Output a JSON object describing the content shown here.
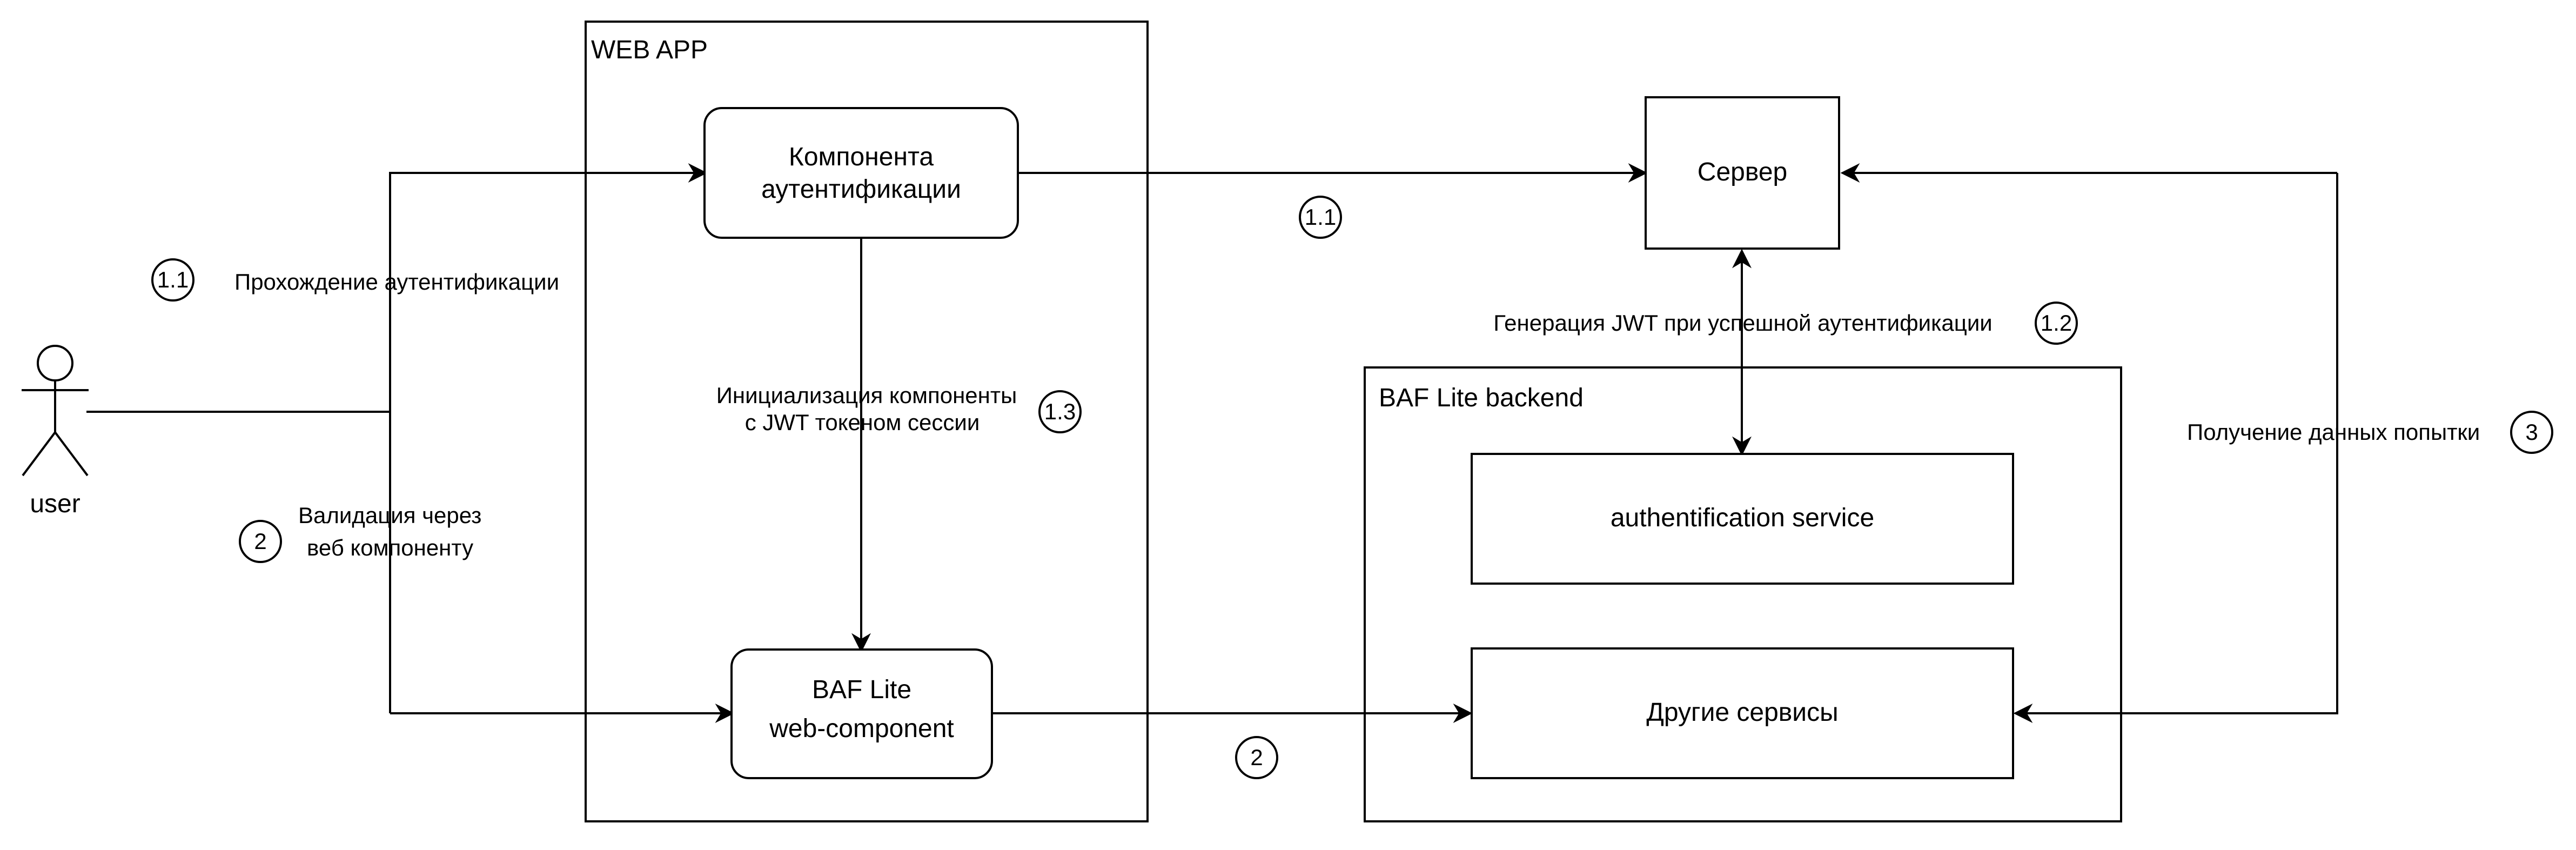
{
  "actor": {
    "label": "user"
  },
  "groups": {
    "webapp": {
      "title": "WEB APP"
    },
    "backend": {
      "title": "BAF Lite backend"
    }
  },
  "nodes": {
    "auth_component": {
      "line1": "Компонента",
      "line2": "аутентификации"
    },
    "baf_component": {
      "line1": "BAF Lite",
      "line2": "web-component"
    },
    "server": {
      "label": "Сервер"
    },
    "auth_service": {
      "label": "authentification service"
    },
    "other_services": {
      "label": "Другие сервисы"
    }
  },
  "edge_labels": {
    "auth_pass": "Прохождение аутентификации",
    "validation_line1": "Валидация через",
    "validation_line2": "веб компоненту",
    "init_line1": "Инициализация компоненты",
    "init_line2": "с JWT токеном сессии",
    "jwt_generation": "Генерация JWT при успешной аутентификации",
    "attempt_data": "Получение данных попытки"
  },
  "step_badges": {
    "auth_pass": "1.1",
    "validation": "2",
    "init": "1.3",
    "server_link": "1.1",
    "jwt": "1.2",
    "baf_link": "2",
    "attempt": "3"
  },
  "colors": {
    "stroke": "#000000",
    "fill": "#ffffff",
    "text": "#000000"
  }
}
